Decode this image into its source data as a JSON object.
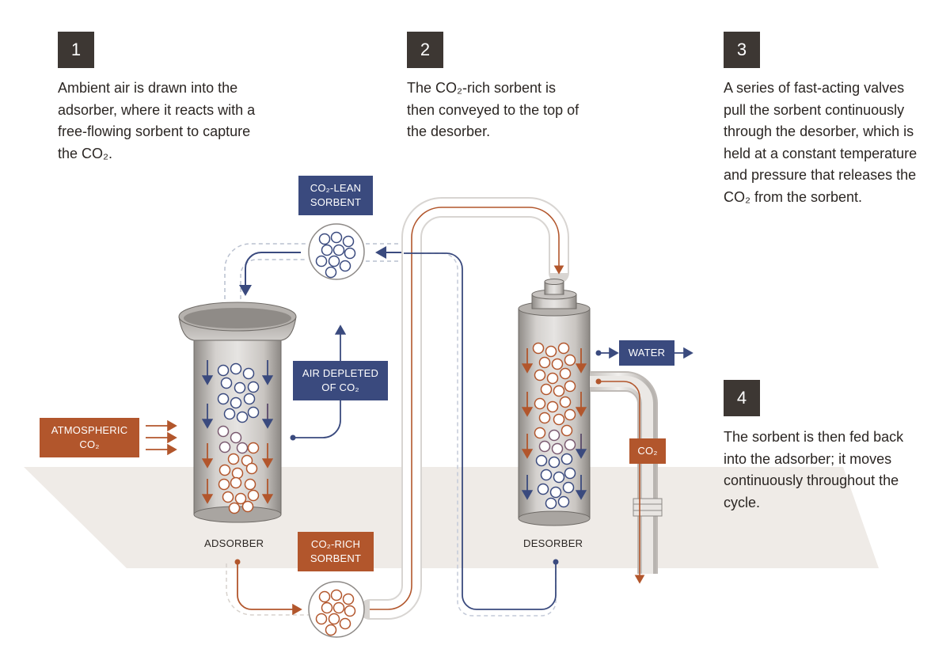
{
  "steps": [
    {
      "number": "1",
      "text": "Ambient air is drawn into the adsorber, where it reacts with a free-flowing sorbent to capture the CO₂."
    },
    {
      "number": "2",
      "text": "The CO₂-rich sorbent is then conveyed to the top of the desorber."
    },
    {
      "number": "3",
      "text": "A series of fast-acting valves pull the sorbent continuously through the desorber, which is held at a constant temperature and pressure that releases the CO₂ from the sorbent."
    },
    {
      "number": "4",
      "text": "The sorbent is then fed back into the adsorber; it moves continuously throughout the cycle."
    }
  ],
  "labels": {
    "co2_lean_sorbent": [
      "CO₂-LEAN",
      "SORBENT"
    ],
    "air_depleted": [
      "AIR DEPLETED",
      "OF CO₂"
    ],
    "atmospheric_co2": [
      "ATMOSPHERIC",
      "CO₂"
    ],
    "co2_rich_sorbent": [
      "CO₂-RICH",
      "SORBENT"
    ],
    "water": "WATER",
    "co2_out": "CO₂",
    "adsorber": "ADSORBER",
    "desorber": "DESORBER"
  },
  "colors": {
    "blue": "#3a4a7e",
    "rust": "#b2562c",
    "dark": "#3d3733",
    "floor": "#efebe7"
  }
}
